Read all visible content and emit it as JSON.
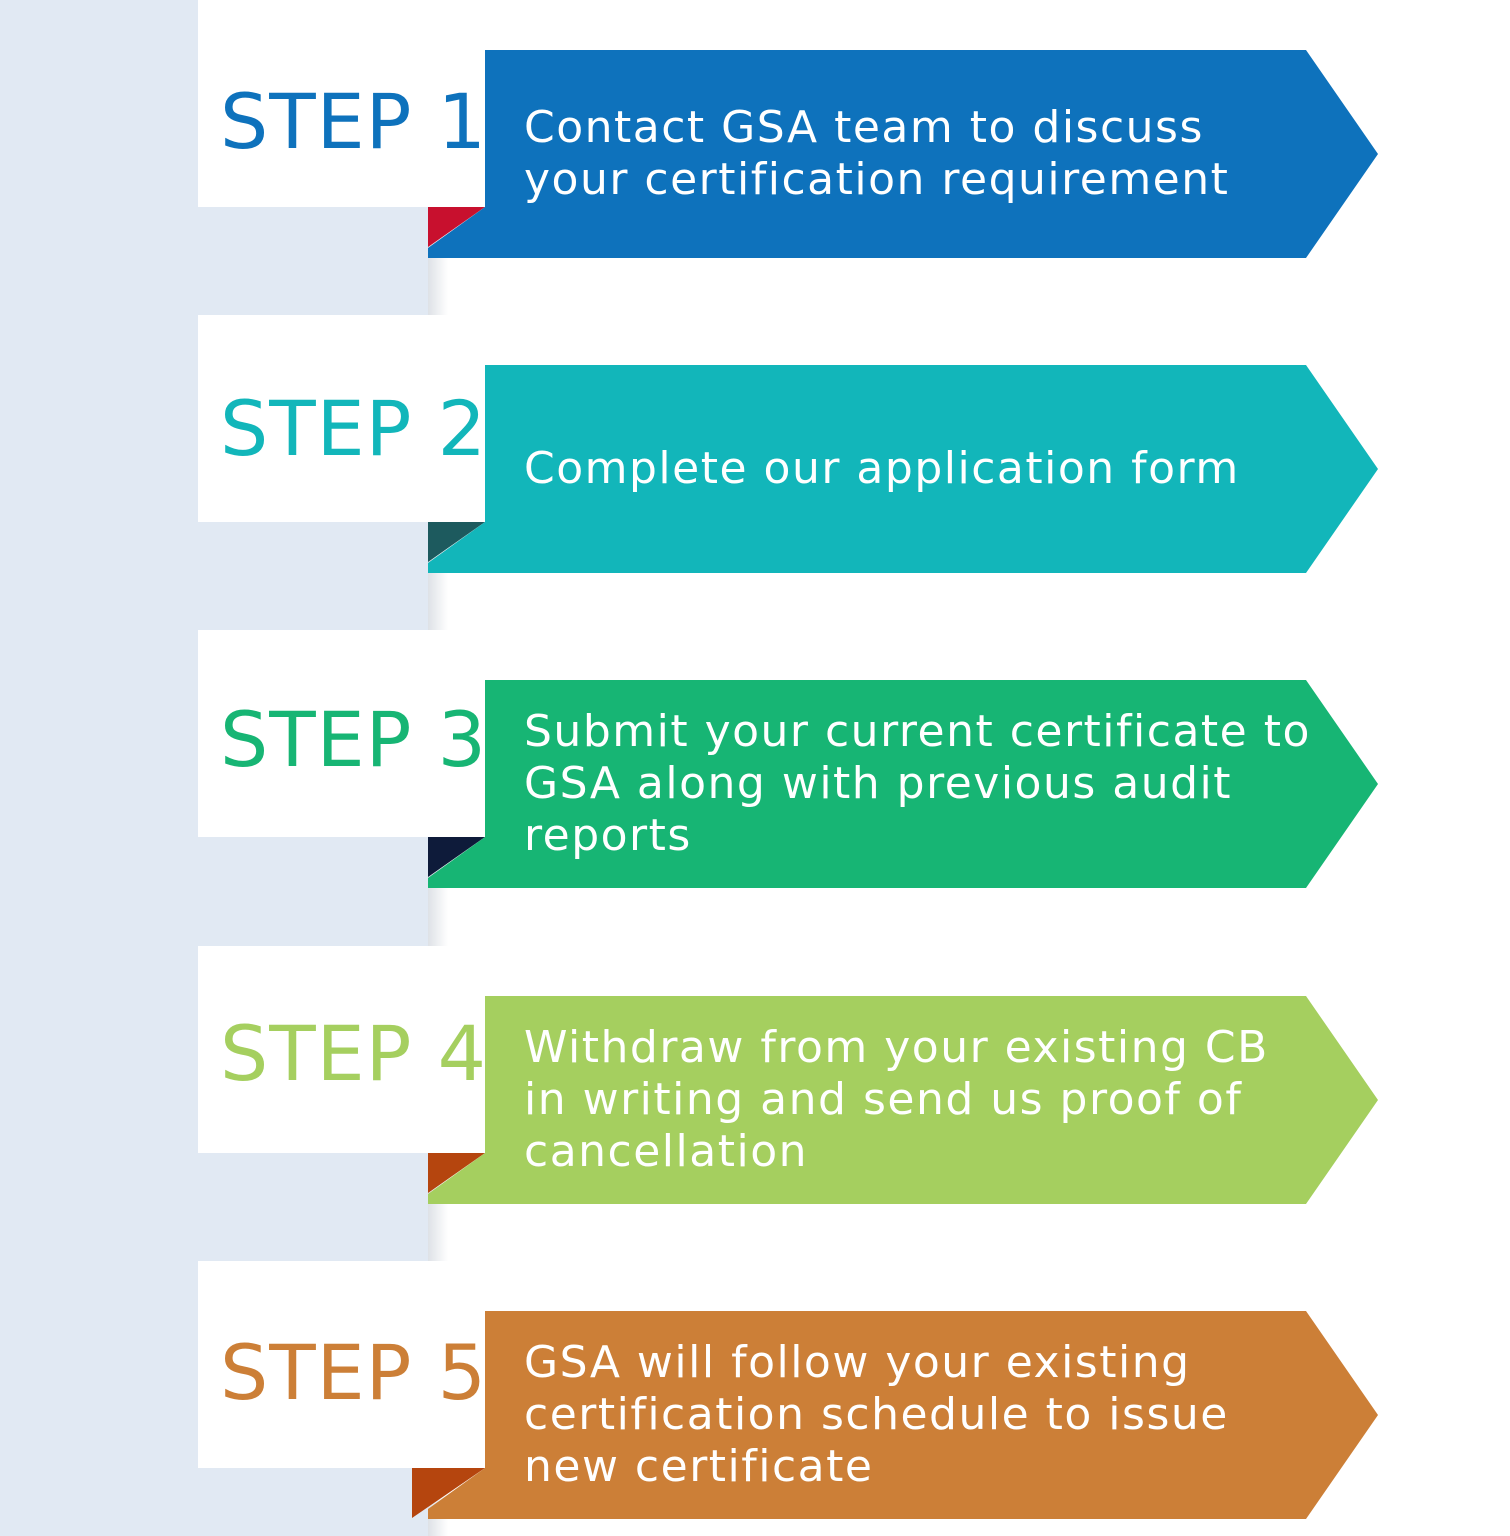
{
  "colors": {
    "step1": "#0e72bc",
    "step2": "#12b6ba",
    "step3": "#17b574",
    "step4": "#a5cf5f",
    "step5": "#cc7f37",
    "fold1": "#c8102e",
    "fold2": "#1d5a5e",
    "fold3": "#0e1b3a",
    "fold4": "#b5450e",
    "fold5": "#b5450e"
  },
  "steps": [
    {
      "label": "STEP 1",
      "text": "Contact GSA team to discuss your certification requirement"
    },
    {
      "label": "STEP 2",
      "text": "Complete our application form"
    },
    {
      "label": "STEP 3",
      "text": "Submit your current certificate to GSA along with previous audit reports"
    },
    {
      "label": "STEP 4",
      "text": "Withdraw from your existing CB in writing and send us proof of cancellation"
    },
    {
      "label": "STEP 5",
      "text": "GSA will follow your existing certification schedule to issue new certificate"
    }
  ]
}
